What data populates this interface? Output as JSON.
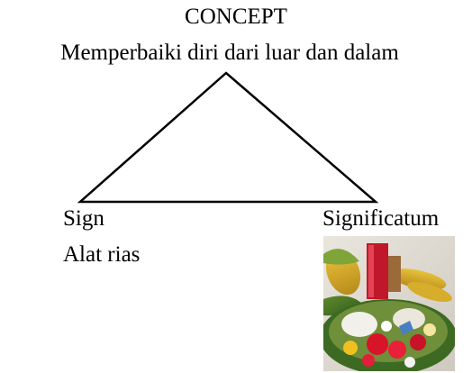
{
  "concept": {
    "title": "CONCEPT",
    "text": "Memperbaiki diri dari luar dan dalam"
  },
  "sign": {
    "title": "Sign",
    "text": "Alat rias"
  },
  "significatum": {
    "title": "Significatum"
  },
  "colors": {
    "line": "#000000",
    "background": "#ffffff"
  }
}
